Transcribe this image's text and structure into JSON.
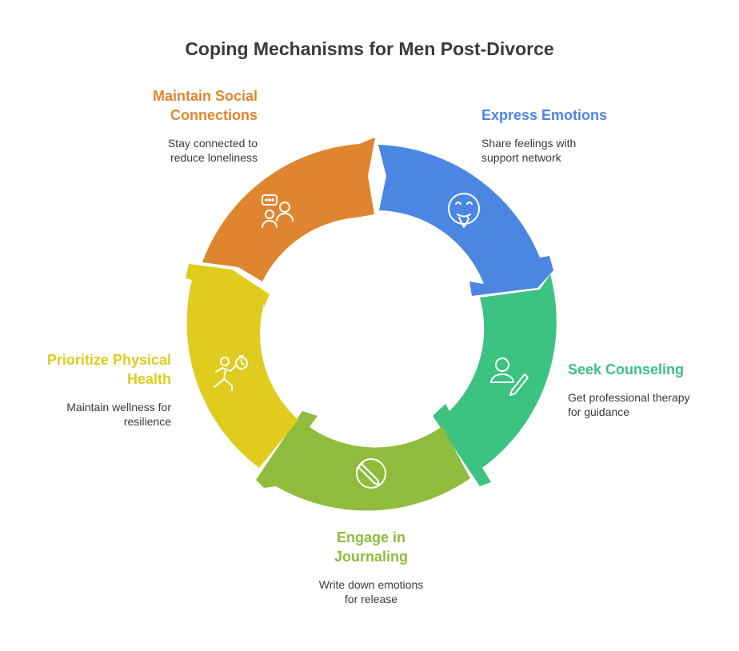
{
  "title": "Coping Mechanisms for Men Post-Divorce",
  "colors": {
    "express": "#4b86e2",
    "counseling": "#3cc281",
    "journaling": "#8fbc3c",
    "physical": "#dfcc1e",
    "social": "#df8530",
    "icon_stroke": "#ffffff",
    "title_text": "#3a3a3a",
    "desc_text": "#3a3a3a"
  },
  "segments": [
    {
      "id": "express",
      "title": "Express Emotions",
      "description": "Share feelings with support network",
      "icon": "emotion-face-icon",
      "color": "#4b86e2"
    },
    {
      "id": "counseling",
      "title": "Seek Counseling",
      "description": "Get professional therapy for guidance",
      "icon": "counselor-with-pen-icon",
      "color": "#3cc281"
    },
    {
      "id": "journaling",
      "title": "Engage in Journaling",
      "description": "Write down emotions for release",
      "icon": "pen-in-circle-icon",
      "color": "#8fbc3c"
    },
    {
      "id": "physical",
      "title": "Prioritize Physical Health",
      "description": "Maintain wellness for resilience",
      "icon": "running-person-stopwatch-icon",
      "color": "#dfcc1e"
    },
    {
      "id": "social",
      "title": "Maintain Social Connections",
      "description": "Stay connected to reduce loneliness",
      "icon": "people-chat-icon",
      "color": "#df8530"
    }
  ],
  "label_lines": {
    "express": [
      "Express Emotions"
    ],
    "counseling": [
      "Seek Counseling"
    ],
    "journaling": [
      "Engage in",
      "Journaling"
    ],
    "physical": [
      "Prioritize Physical",
      "Health"
    ],
    "social": [
      "Maintain Social",
      "Connections"
    ]
  },
  "desc_lines": {
    "express": [
      "Share feelings with",
      "support network"
    ],
    "counseling": [
      "Get professional therapy",
      "for guidance"
    ],
    "journaling": [
      "Write down emotions",
      "for release"
    ],
    "physical": [
      "Maintain wellness for",
      "resilience"
    ],
    "social": [
      "Stay connected to",
      "reduce loneliness"
    ]
  }
}
